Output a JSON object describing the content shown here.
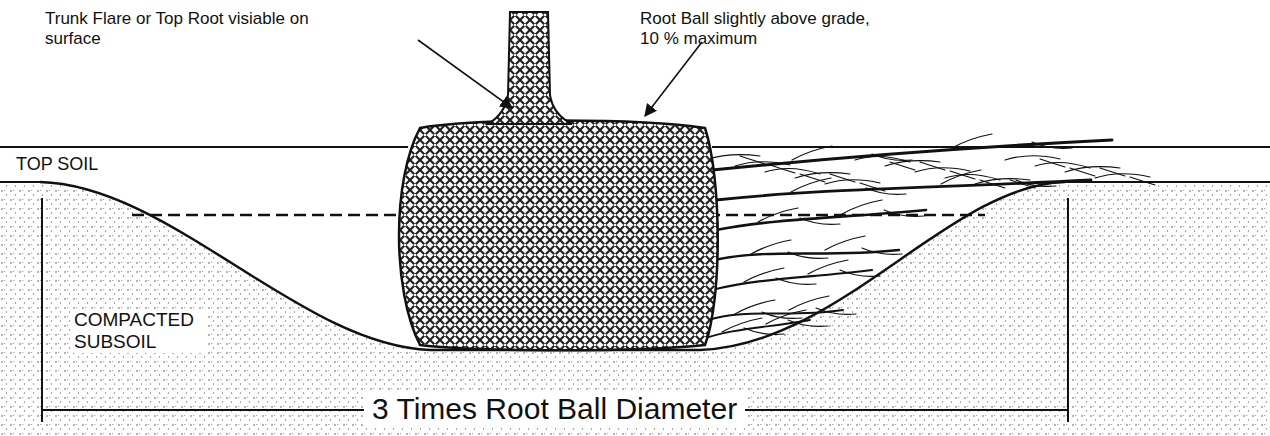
{
  "diagram": {
    "labels": [
      "Trunk Flare or Top Root visiable on surface",
      "Root Ball slightly above grade, 10 % maximum",
      "TOP SOIL",
      "COMPACTED SUBSOIL",
      "3 Times Root Ball Diameter"
    ]
  }
}
